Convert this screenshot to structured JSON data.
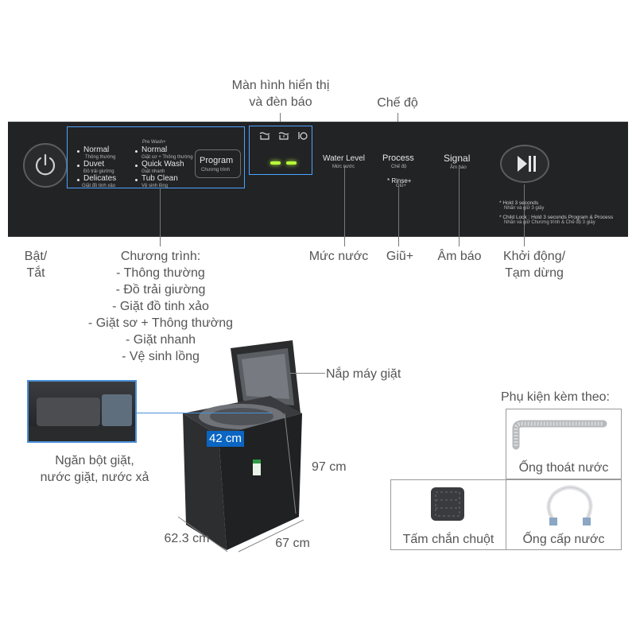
{
  "callouts": {
    "display_line1": "Màn hình hiển thị",
    "display_line2": "và đèn báo",
    "mode": "Chế độ",
    "power_line1": "Bật/",
    "power_line2": "Tắt",
    "program_title": "Chương trình:",
    "program_items": [
      "- Thông thường",
      "- Đồ trải giường",
      "- Giặt đồ tinh xảo",
      "- Giặt sơ + Thông thường",
      "- Giặt nhanh",
      "- Vệ sinh lồng"
    ],
    "water_level": "Mức nước",
    "rinse": "Giũ+",
    "signal": "Âm báo",
    "start_line1": "Khởi động/",
    "start_line2": "Tạm dừng",
    "lid": "Nắp máy giặt",
    "drawer_line1": "Ngăn bột giặt,",
    "drawer_line2": "nước giặt, nước xả",
    "accessories": "Phụ kiện kèm theo:",
    "drain_hose": "Ống thoát nước",
    "rat_guard": "Tấm chắn chuột",
    "inlet_hose": "Ống cấp nước"
  },
  "dimensions": {
    "drum": "42 cm",
    "height": "97 cm",
    "width": "62.3 cm",
    "depth": "67 cm"
  },
  "panel": {
    "programs": [
      {
        "en": "Normal",
        "vi": "Thông thường"
      },
      {
        "en": "Duvet",
        "vi": "Đồ trải giường"
      },
      {
        "en": "Delicates",
        "vi": "Giặt đồ tinh xảo"
      }
    ],
    "programs2": [
      {
        "pre": "Pre Wash+",
        "en": "Normal",
        "vi": "Giặt sơ + Thông thường"
      },
      {
        "en": "Quick Wash",
        "vi": "Giặt nhanh"
      },
      {
        "en": "Tub Clean",
        "vi": "Vệ sinh lồng"
      }
    ],
    "program_btn": {
      "en": "Program",
      "vi": "Chương trình"
    },
    "water_btn": {
      "en": "Water Level",
      "vi": "Mức nước"
    },
    "process_btn": {
      "en": "Process",
      "vi": "Chế độ"
    },
    "rinse_note": {
      "en": "* Rinse+",
      "vi": "Giũ+"
    },
    "signal_btn": {
      "en": "Signal",
      "vi": "Âm báo"
    },
    "notes": [
      "* Hold 3 seconds",
      "Nhấn và giữ 3 giây",
      "* Child Lock : Hold 3 seconds Program & Process",
      "Nhấn và giữ Chương trình & Chế độ 3 giây"
    ]
  },
  "colors": {
    "panel": "#222325",
    "highlight": "#4da3ff",
    "led": "#b8ff3a",
    "badge": "#0a66c2"
  }
}
